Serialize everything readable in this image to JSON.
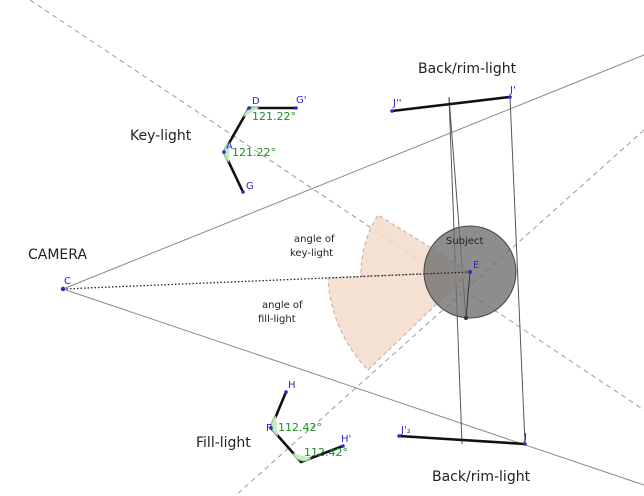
{
  "labels": {
    "camera": "CAMERA",
    "key_light": "Key-light",
    "fill_light": "Fill-light",
    "back_light_top": "Back/rim-light",
    "back_light_bottom": "Back/rim-light",
    "subject": "Subject",
    "angle_key_1": "angle of",
    "angle_key_2": "key-light",
    "angle_fill_1": "angle of",
    "angle_fill_2": "fill-light"
  },
  "points": {
    "C": "C",
    "D": "D",
    "Gp": "G'",
    "A": "A",
    "G": "G",
    "H": "H",
    "Hp": "H'",
    "F": "F",
    "Jtop": "J'",
    "Jtop2": "J''",
    "J": "J",
    "J2": "J'₂",
    "E": "E"
  },
  "angles": {
    "key_upper": "121.22°",
    "key_lower": "121.22°",
    "fill_upper": "112.42°",
    "fill_lower": "112.42°"
  },
  "colors": {
    "sector_fill": "#f3dccd",
    "sector_stroke": "#c79a83",
    "subject_fill": "#707070",
    "point": "#2a2acc",
    "angle_text": "#228b22",
    "angle_arc": "#9fd39a"
  }
}
